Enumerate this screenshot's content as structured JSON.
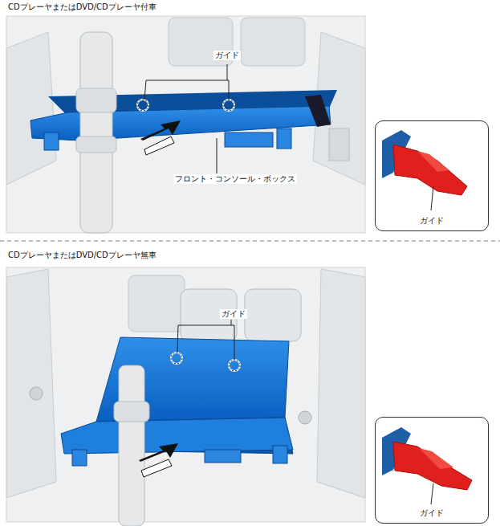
{
  "diagram": {
    "nodes": [
      {
        "text": [
          "ガイド"
        ]
      },
      {
        "text": [
          "ガイド"
        ]
      }
    ],
    "labels": [
      "CDプレーヤまたはDVD/CDプレーヤ付車",
      "ガイド",
      "フロント・コンソール・ボックス",
      "CDプレーヤまたはDVD/CDプレーヤ無車",
      "ガイド"
    ]
  }
}
